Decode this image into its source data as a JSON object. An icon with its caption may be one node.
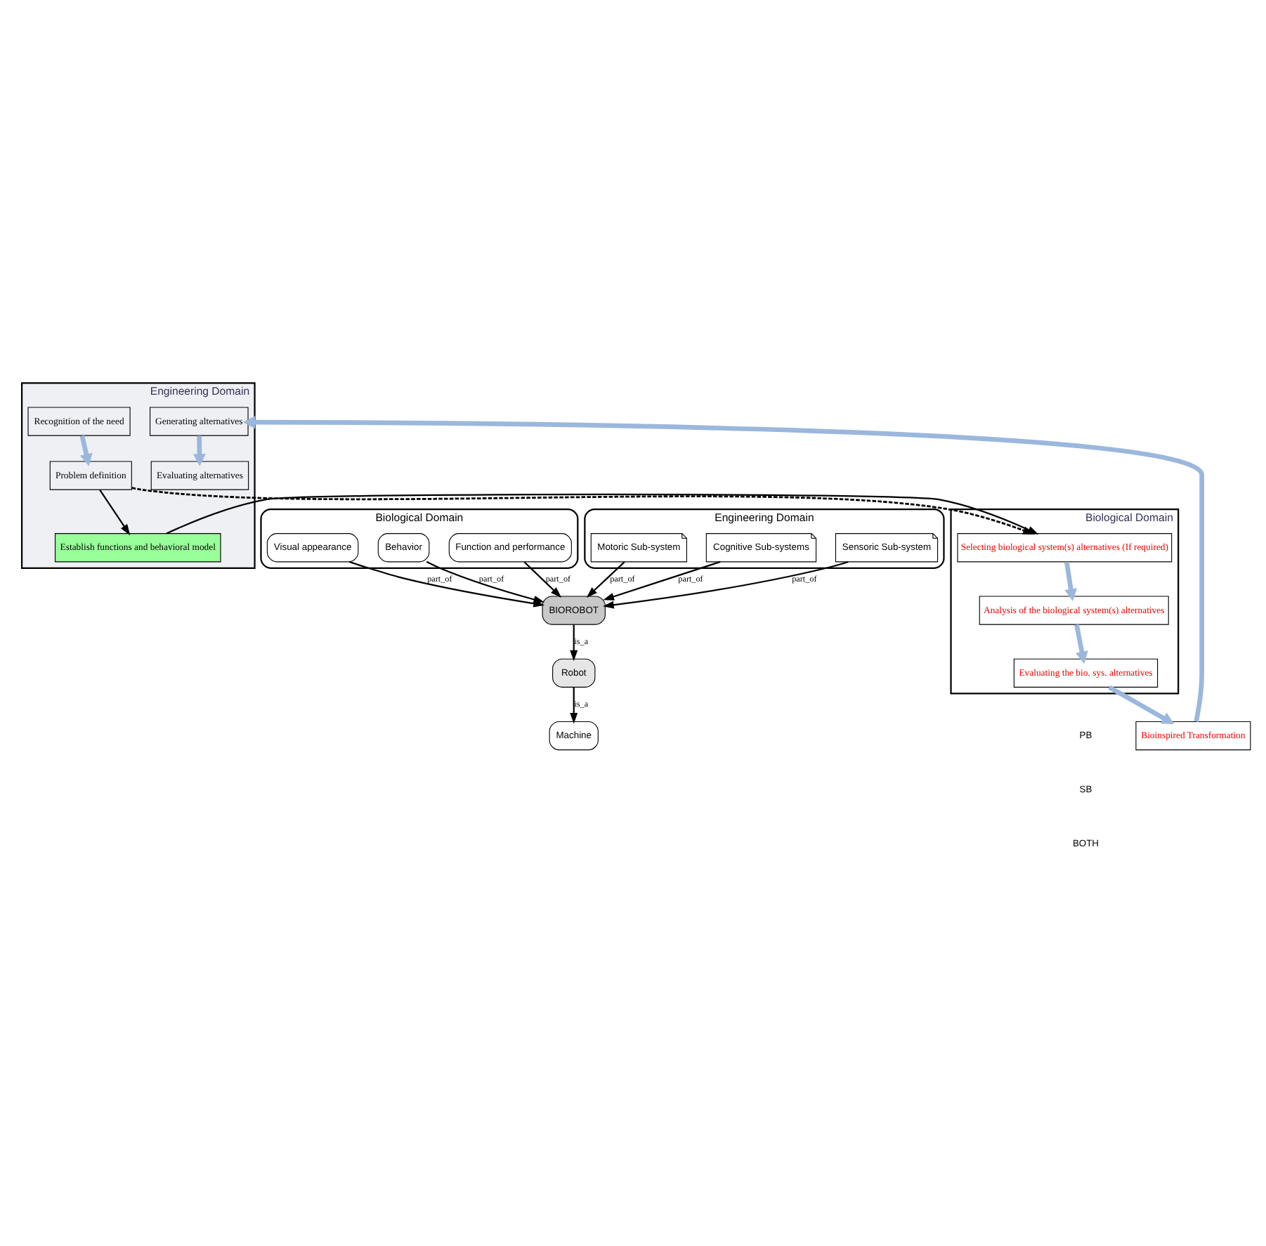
{
  "diagram": {
    "nodes": [
      {
        "text": [
          "Engineering Domain"
        ]
      },
      {
        "text": [
          "Recognition of the need"
        ],
        "in": 0
      },
      {
        "text": [
          "Problem definition"
        ],
        "in": 0
      },
      {
        "text": [
          "Establish functions and behavioral model"
        ],
        "in": 0
      },
      {
        "text": [
          "Generating alternatives"
        ],
        "in": 0
      },
      {
        "text": [
          "Evaluating alternatives"
        ],
        "in": 0
      },
      {
        "text": [
          "Biological Domain"
        ]
      },
      {
        "text": [
          "Selecting biological system(s) alternatives (If required)"
        ],
        "in": 6
      },
      {
        "text": [
          "Analysis of the biological system(s) alternatives"
        ],
        "in": 6
      },
      {
        "text": [
          "Evaluating the bio. sys. alternatives"
        ],
        "in": 6
      },
      {
        "text": [
          "Bioinspired Transformation"
        ]
      },
      {
        "text": [
          "Biological Domain"
        ]
      },
      {
        "text": [
          "Visual appearance"
        ],
        "in": 11
      },
      {
        "text": [
          "Behavior"
        ],
        "in": 11
      },
      {
        "text": [
          "Function and performance"
        ],
        "in": 11
      },
      {
        "text": [
          "Engineering Domain"
        ]
      },
      {
        "text": [
          "Sensoric Sub-system"
        ],
        "in": 15
      },
      {
        "text": [
          "Motoric Sub-system"
        ],
        "in": 15
      },
      {
        "text": [
          "Cognitive Sub-systems"
        ],
        "in": 15
      },
      {
        "text": [
          "BIOROBOT"
        ]
      },
      {
        "text": [
          "Robot"
        ]
      },
      {
        "text": [
          "Machine"
        ]
      }
    ],
    "edges": [
      {
        "from": 1,
        "to": 2,
        "arrow": "to",
        "style": "thick",
        "color": "#9bb7dd"
      },
      {
        "from": 2,
        "to": 3,
        "arrow": "to"
      },
      {
        "from": 2,
        "to": 7,
        "arrow": "to",
        "style": "dashed"
      },
      {
        "from": 3,
        "to": 7,
        "arrow": "to"
      },
      {
        "from": 7,
        "to": 8,
        "arrow": "to",
        "style": "thick",
        "color": "#9bb7dd"
      },
      {
        "from": 8,
        "to": 9,
        "arrow": "to",
        "style": "thick",
        "color": "#9bb7dd"
      },
      {
        "from": 9,
        "to": 10,
        "arrow": "to",
        "style": "thick",
        "color": "#9bb7dd"
      },
      {
        "from": 10,
        "to": 4,
        "arrow": "to",
        "style": "thick",
        "color": "#9bb7dd"
      },
      {
        "from": 4,
        "to": 5,
        "arrow": "to",
        "style": "thick",
        "color": "#9bb7dd"
      },
      {
        "from": 12,
        "to": 19,
        "arrow": "to",
        "label": "part_of"
      },
      {
        "from": 13,
        "to": 19,
        "arrow": "to",
        "label": "part_of"
      },
      {
        "from": 14,
        "to": 19,
        "arrow": "to",
        "label": "part_of"
      },
      {
        "from": 16,
        "to": 19,
        "arrow": "to",
        "label": "part_of"
      },
      {
        "from": 17,
        "to": 19,
        "arrow": "to",
        "label": "part_of"
      },
      {
        "from": 18,
        "to": 19,
        "arrow": "to",
        "label": "part_of"
      },
      {
        "from": 19,
        "to": 20,
        "arrow": "to",
        "label": "is_a"
      },
      {
        "from": 20,
        "to": 21,
        "arrow": "to",
        "label": "is_a"
      }
    ],
    "legend": [
      {
        "text": "PB"
      },
      {
        "text": "SB"
      },
      {
        "text": "BOTH"
      }
    ]
  }
}
